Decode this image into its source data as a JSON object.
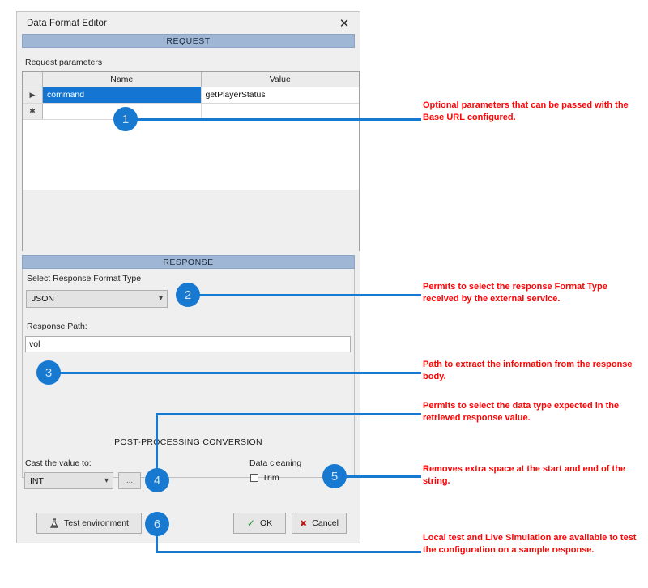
{
  "dialog": {
    "title": "Data Format Editor",
    "close_icon": "close-icon",
    "request": {
      "section_title": "REQUEST",
      "params_label": "Request parameters",
      "columns": [
        "",
        "Name",
        "Value"
      ],
      "rows": [
        {
          "marker": "▶",
          "name": "command",
          "value": "getPlayerStatus",
          "selected": true
        },
        {
          "marker": "✱",
          "name": "",
          "value": "",
          "selected": false
        }
      ]
    },
    "response": {
      "section_title": "RESPONSE",
      "format_label": "Select Response Format Type",
      "format_value": "JSON",
      "path_label": "Response Path:",
      "path_value": "vol",
      "postprocessing_title": "POST-PROCESSING CONVERSION",
      "cast_label": "Cast the value to:",
      "cast_value": "INT",
      "ellipsis_label": "...",
      "cleaning_label": "Data cleaning",
      "trim_label": "Trim",
      "trim_checked": false
    },
    "footer": {
      "test_label": "Test environment",
      "test_icon": "flask-icon",
      "ok_label": "OK",
      "ok_icon": "check-icon",
      "cancel_label": "Cancel",
      "cancel_icon": "x-icon"
    }
  },
  "callouts": [
    {
      "number": "1",
      "note": "Optional parameters that can be passed with the Base URL configured."
    },
    {
      "number": "2",
      "note": "Permits to select the response Format Type received by the external service."
    },
    {
      "number": "3",
      "note": "Path to extract the information from the response body."
    },
    {
      "number": "4",
      "note": "Permits to select the data type expected in the retrieved response value."
    },
    {
      "number": "5",
      "note": "Removes extra space at the start and end of the string."
    },
    {
      "number": "6",
      "note": "Local test and Live Simulation are available to test the configuration on a sample response."
    }
  ],
  "colors": {
    "accent": "#1779d0",
    "note": "#fc0505",
    "selection": "#1476d2",
    "section_bar": "#9fb6d4"
  }
}
